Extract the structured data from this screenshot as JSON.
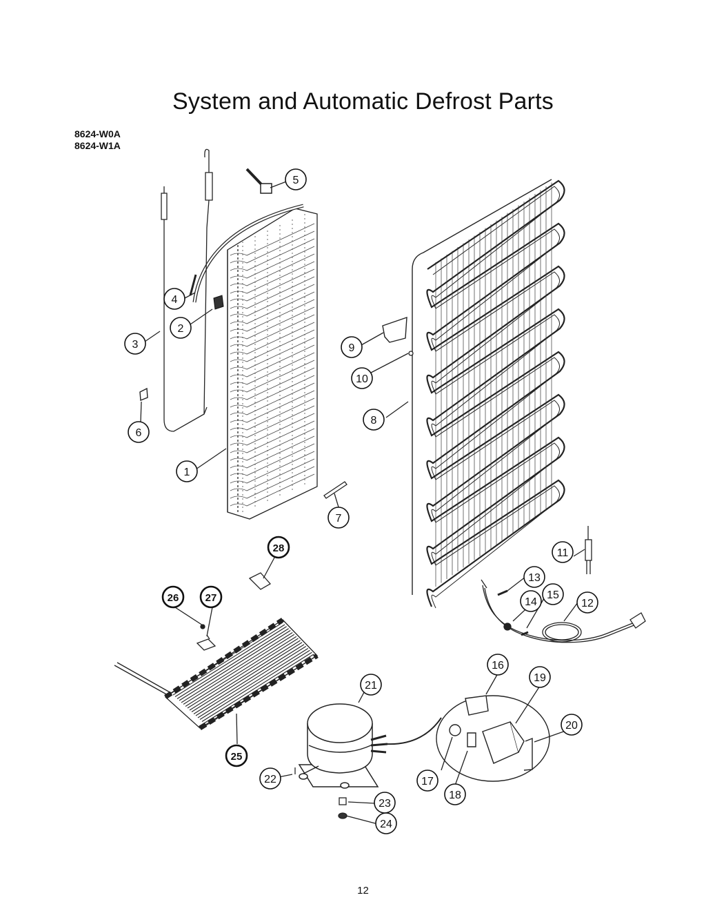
{
  "header": {
    "title": "System and Automatic Defrost Parts"
  },
  "models": [
    "8624-W0A",
    "8624-W1A"
  ],
  "callouts": [
    "1",
    "2",
    "3",
    "4",
    "5",
    "6",
    "7",
    "8",
    "9",
    "10",
    "11",
    "12",
    "13",
    "14",
    "15",
    "16",
    "17",
    "18",
    "19",
    "20",
    "21",
    "22",
    "23",
    "24",
    "25",
    "26",
    "27",
    "28"
  ],
  "footer": {
    "page_number": "12"
  }
}
